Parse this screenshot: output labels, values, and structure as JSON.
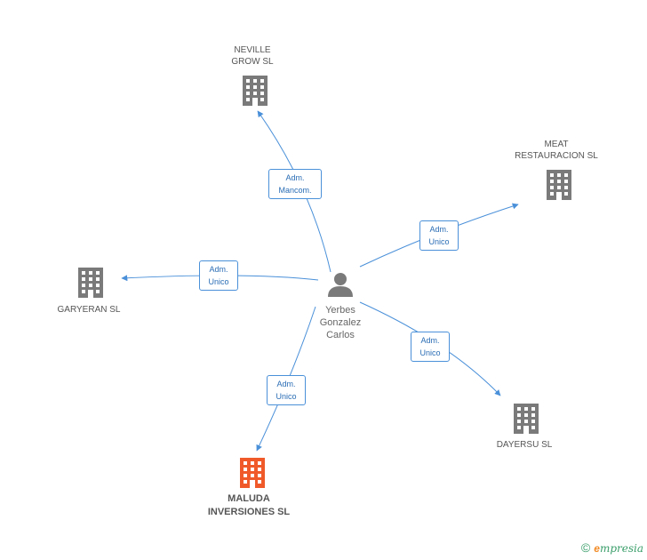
{
  "person": {
    "name_line1": "Yerbes",
    "name_line2": "Gonzalez",
    "name_line3": "Carlos"
  },
  "companies": [
    {
      "id": "neville",
      "line1": "NEVILLE",
      "line2": "GROW SL",
      "highlight": false
    },
    {
      "id": "meat",
      "line1": "MEAT",
      "line2": "RESTAURACION SL",
      "highlight": false
    },
    {
      "id": "garyeran",
      "line1": "GARYERAN SL",
      "line2": "",
      "highlight": false
    },
    {
      "id": "dayersu",
      "line1": "DAYERSU SL",
      "line2": "",
      "highlight": false
    },
    {
      "id": "maluda",
      "line1": "MALUDA",
      "line2": "INVERSIONES SL",
      "highlight": true
    }
  ],
  "relations": [
    {
      "to": "neville",
      "line1": "Adm.",
      "line2": "Mancom."
    },
    {
      "to": "meat",
      "line1": "Adm.",
      "line2": "Unico"
    },
    {
      "to": "garyeran",
      "line1": "Adm.",
      "line2": "Unico"
    },
    {
      "to": "dayersu",
      "line1": "Adm.",
      "line2": "Unico"
    },
    {
      "to": "maluda",
      "line1": "Adm.",
      "line2": "Unico"
    }
  ],
  "colors": {
    "edge": "#4a90d9",
    "building": "#7a7a7a",
    "highlight_building": "#f05a2a",
    "person": "#7a7a7a"
  },
  "brand": {
    "copyright": "©",
    "e": "e",
    "rest": "mpresia"
  }
}
